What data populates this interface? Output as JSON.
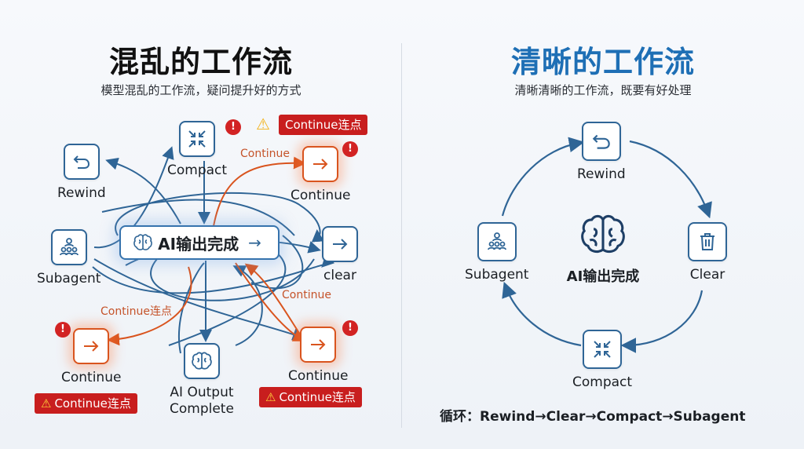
{
  "left": {
    "title": "混乱的工作流",
    "subtitle": "模型混乱的工作流，疑问提升好的方式",
    "center_label": "AI输出完成",
    "center_arrow": "→",
    "nodes": {
      "rewind": "Rewind",
      "compact": "Compact",
      "continue_top": "Continue",
      "subagent": "Subagent",
      "clear": "clear",
      "continue_left": "Continue",
      "ai_output_line1": "AI Output",
      "ai_output_line2": "Complete",
      "continue_right": "Continue"
    },
    "exclamation": "!",
    "warning_tag": "Continue连点",
    "curve_labels": {
      "continue_a": "Continue",
      "continue_b": "Continue",
      "continue_c": "Continue连点"
    }
  },
  "right": {
    "title": "清晰的工作流",
    "subtitle": "清晰清晰的工作流，既要有好处理",
    "center_label": "AI输出完成",
    "nodes": {
      "rewind": "Rewind",
      "clear": "Clear",
      "compact": "Compact",
      "subagent": "Subagent"
    },
    "loop_caption": "循环：Rewind→Clear→Compact→Subagent"
  },
  "colors": {
    "blue": "#2f6596",
    "accent_blue": "#1e6fb5",
    "orange": "#d9541e",
    "red": "#c81e1e"
  }
}
